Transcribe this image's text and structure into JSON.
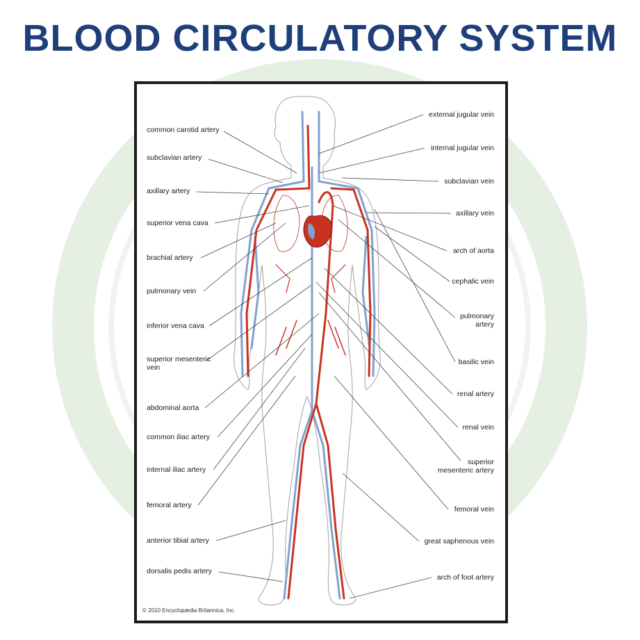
{
  "title": "BLOOD CIRCULATORY SYSTEM",
  "colors": {
    "title": "#1f3f7a",
    "artery": "#c8321e",
    "vein": "#7fa2cf",
    "outline": "#9a9a9a",
    "watermark": "#e8f2e4"
  },
  "labels_left": [
    "common carotid artery",
    "subclavian artery",
    "axillary artery",
    "superior vena cava",
    "brachial artery",
    "pulmonary vein",
    "inferior vena cava",
    "superior mesenteric\nvein",
    "abdominal aorta",
    "common iliac artery",
    "internal iliac artery",
    "femoral artery",
    "anterior tibial artery",
    "dorsalis pedis artery"
  ],
  "labels_right": [
    "external jugular vein",
    "internal jugular vein",
    "subclavian vein",
    "axillary vein",
    "arch of aorta",
    "cephalic vein",
    "pulmonary\nartery",
    "basilic vein",
    "renal artery",
    "renal vein",
    "superior\nmesenteric artery",
    "femoral vein",
    "great saphenous vein",
    "arch of foot artery"
  ],
  "copyright": "© 2010 Encyclopædia Britannica, Inc."
}
